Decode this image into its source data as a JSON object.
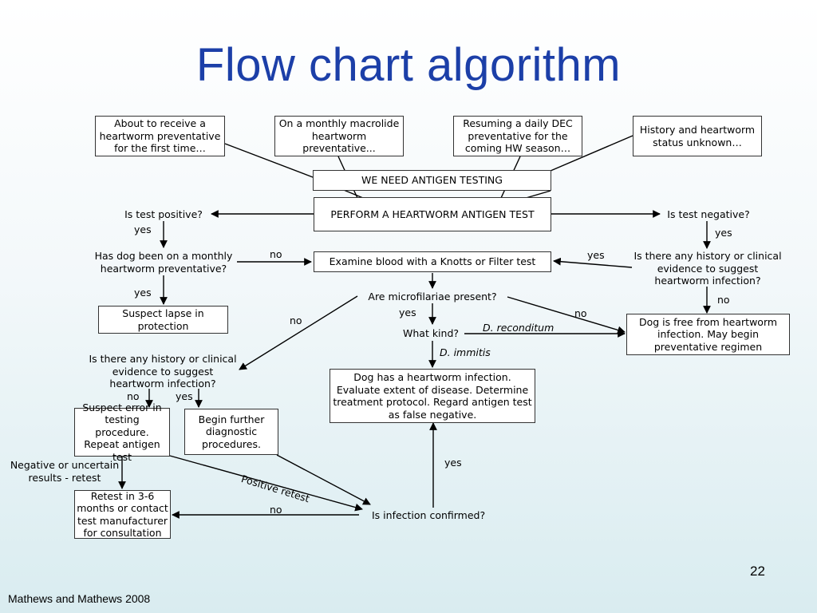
{
  "title": "Flow chart algorithm",
  "boxes": {
    "first_time": "About to receive a heartworm preventative for the first time…",
    "monthly_macrolide": "On a monthly macrolide heartworm preventative...",
    "daily_dec": "Resuming a daily DEC preventative for the coming HW season…",
    "unknown": "History and heartworm status unknown…",
    "need_testing": "WE NEED ANTIGEN TESTING",
    "perform_test": "PERFORM A HEARTWORM ANTIGEN TEST",
    "knotts": "Examine blood with a Knotts or Filter test",
    "lapse": "Suspect lapse in protection",
    "free": "Dog is free from heartworm infection. May begin preventative regimen",
    "infection": "Dog has a heartworm infection. Evaluate extent of disease. Determine treatment protocol. Regard antigen test as false negative.",
    "suspect_error": "Suspect error in testing procedure. Repeat antigen test",
    "further_diag": "Begin further diagnostic procedures.",
    "retest": "Retest in 3-6 months or contact test manufacturer for consultation"
  },
  "labels": {
    "test_positive": "Is test positive?",
    "test_negative": "Is test negative?",
    "monthly_question": "Has dog been on a monthly heartworm preventative?",
    "history_right": "Is there any history or clinical evidence to suggest heartworm infection?",
    "history_left": "Is there any history or clinical evidence to suggest heartworm infection?",
    "microfilariae": "Are microfilariae present?",
    "what_kind": "What kind?",
    "reconditum": "D. reconditum",
    "immitis": "D. immitis",
    "negative_uncertain": "Negative or uncertain results - retest",
    "positive_retest": "Positive retest",
    "infection_confirmed": "Is infection confirmed?",
    "yes": "yes",
    "no": "no"
  },
  "page_number": "22",
  "footer": "Mathews and Mathews 2008"
}
